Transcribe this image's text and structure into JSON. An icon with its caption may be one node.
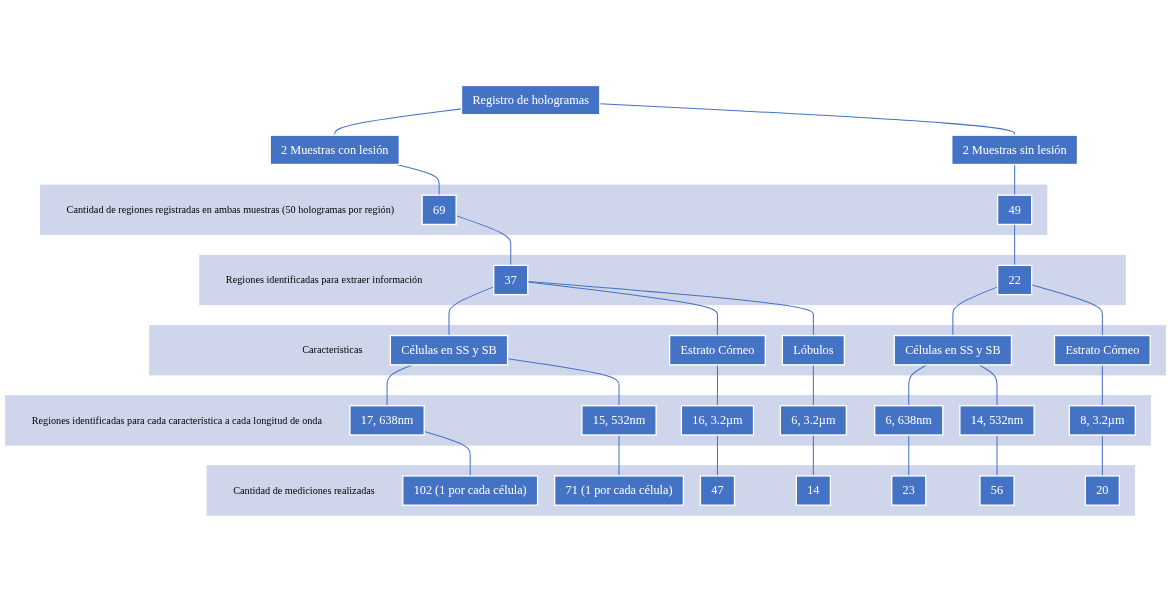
{
  "diagram": {
    "nodes": [
      {
        "text": [
          "Registro de hologramas"
        ]
      },
      {
        "text": [
          "2 Muestras con lesión"
        ]
      },
      {
        "text": [
          "2 Muestras sin lesión"
        ]
      },
      {
        "text": [
          "Cantidad de regiones registradas en ambas muestras (50 hologramas por región)"
        ]
      },
      {
        "text": [
          "69"
        ],
        "in": 3
      },
      {
        "text": [
          "49"
        ],
        "in": 3
      },
      {
        "text": [
          "Regiones identificadas para extraer información"
        ]
      },
      {
        "text": [
          "37"
        ],
        "in": 6
      },
      {
        "text": [
          "22"
        ],
        "in": 6
      },
      {
        "text": [
          "Características"
        ]
      },
      {
        "text": [
          "Células en SS y SB"
        ],
        "in": 9
      },
      {
        "text": [
          "Estrato Córneo"
        ],
        "in": 9
      },
      {
        "text": [
          "Lóbulos"
        ],
        "in": 9
      },
      {
        "text": [
          "Células en SS y SB"
        ],
        "in": 9
      },
      {
        "text": [
          "Estrato Córneo"
        ],
        "in": 9
      },
      {
        "text": [
          "Regiones identificadas para cada característica a cada longitud de onda"
        ]
      },
      {
        "text": [
          "17, 638nm"
        ],
        "in": 15
      },
      {
        "text": [
          "15, 532nm"
        ],
        "in": 15
      },
      {
        "text": [
          "16, 3.2µm"
        ],
        "in": 15
      },
      {
        "text": [
          "6, 3.2µm"
        ],
        "in": 15
      },
      {
        "text": [
          "6, 638nm"
        ],
        "in": 15
      },
      {
        "text": [
          "14, 532nm"
        ],
        "in": 15
      },
      {
        "text": [
          "8, 3.2µm"
        ],
        "in": 15
      },
      {
        "text": [
          "Cantidad de mediciones realizadas"
        ]
      },
      {
        "text": [
          "102 (1 por cada célula)"
        ],
        "in": 23
      },
      {
        "text": [
          "71 (1 por cada célula)"
        ],
        "in": 23
      },
      {
        "text": [
          "47"
        ],
        "in": 23
      },
      {
        "text": [
          "14"
        ],
        "in": 23
      },
      {
        "text": [
          "23"
        ],
        "in": 23
      },
      {
        "text": [
          "56"
        ],
        "in": 23
      },
      {
        "text": [
          "20"
        ],
        "in": 23
      }
    ],
    "edges": [
      {
        "from": 0,
        "to": 1,
        "arrow": "none"
      },
      {
        "from": 0,
        "to": 2,
        "arrow": "none"
      },
      {
        "from": 1,
        "to": 4,
        "arrow": "none"
      },
      {
        "from": 2,
        "to": 5,
        "arrow": "none"
      },
      {
        "from": 4,
        "to": 7,
        "arrow": "none"
      },
      {
        "from": 5,
        "to": 8,
        "arrow": "none"
      },
      {
        "from": 7,
        "to": 10,
        "arrow": "none"
      },
      {
        "from": 7,
        "to": 11,
        "arrow": "none"
      },
      {
        "from": 7,
        "to": 12,
        "arrow": "none"
      },
      {
        "from": 8,
        "to": 13,
        "arrow": "none"
      },
      {
        "from": 8,
        "to": 14,
        "arrow": "none"
      },
      {
        "from": 10,
        "to": 16,
        "arrow": "none"
      },
      {
        "from": 10,
        "to": 17,
        "arrow": "none"
      },
      {
        "from": 11,
        "to": 18,
        "arrow": "none"
      },
      {
        "from": 12,
        "to": 19,
        "arrow": "none"
      },
      {
        "from": 13,
        "to": 20,
        "arrow": "none"
      },
      {
        "from": 13,
        "to": 21,
        "arrow": "none"
      },
      {
        "from": 14,
        "to": 22,
        "arrow": "none"
      },
      {
        "from": 16,
        "to": 24,
        "arrow": "none"
      },
      {
        "from": 17,
        "to": 25,
        "arrow": "none"
      },
      {
        "from": 18,
        "to": 26,
        "arrow": "none"
      },
      {
        "from": 19,
        "to": 27,
        "arrow": "none"
      },
      {
        "from": 20,
        "to": 28,
        "arrow": "none"
      },
      {
        "from": 21,
        "to": 29,
        "arrow": "none"
      },
      {
        "from": 22,
        "to": 30,
        "arrow": "none"
      }
    ]
  }
}
